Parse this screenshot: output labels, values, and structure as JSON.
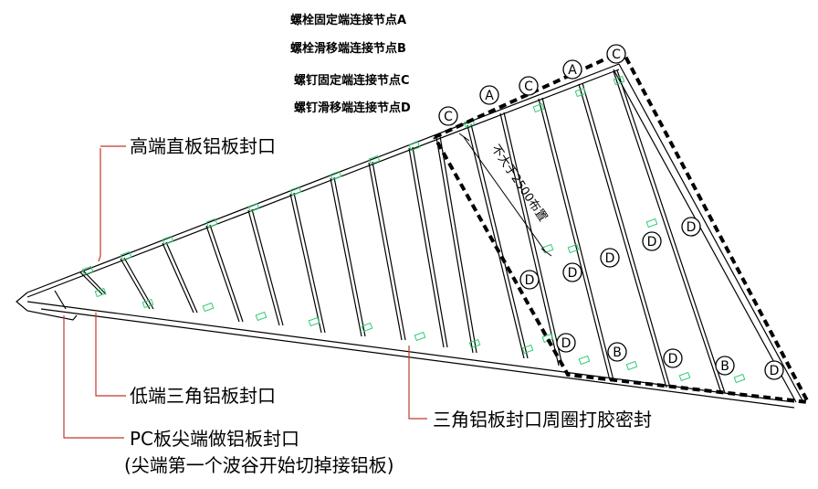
{
  "legend": [
    "螺栓固定端连接节点A",
    "螺栓滑移端连接节点B",
    "螺钉固定端连接节点C",
    "螺钉滑移端连接节点D"
  ],
  "callouts": {
    "high_end": "高端直板铝板封口",
    "low_end": "低端三角铝板封口",
    "pc_tip_line1": "PC板尖端做铝板封口",
    "pc_tip_line2": "(尖端第一个波谷开始切掉接铝板)",
    "perimeter_seal": "三角铝板封口周圈打胶密封"
  },
  "dimension_text": "不大于2500布置",
  "node_markers": {
    "top_row": [
      "C",
      "A",
      "C",
      "A",
      "C"
    ],
    "right_region": [
      "D",
      "D",
      "D",
      "D",
      "D",
      "D",
      "B",
      "D",
      "B",
      "D"
    ]
  },
  "colors": {
    "line": "#000000",
    "leader": "#c0392b",
    "clip": "#2ecc71"
  }
}
